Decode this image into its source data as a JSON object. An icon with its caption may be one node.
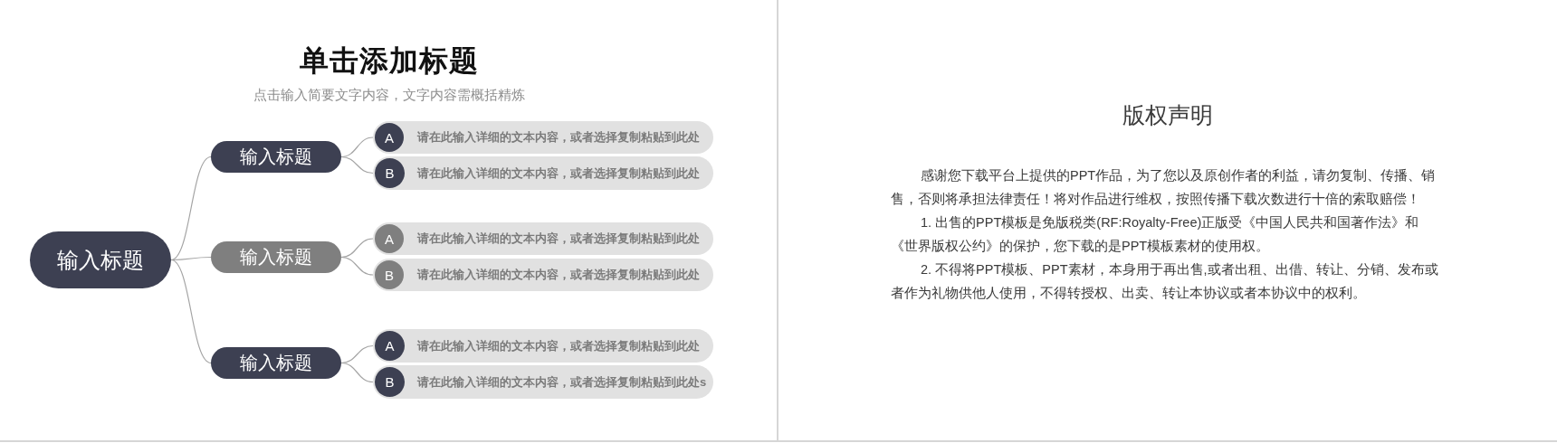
{
  "diagram": {
    "title": "单击添加标题",
    "nodes": [
      {
        "text": [
          "输入标题"
        ]
      },
      {
        "text": [
          "输入标题"
        ]
      },
      {
        "text": [
          "请在此输入详细的文本内容，或者选择复制粘贴到此处"
        ]
      },
      {
        "text": [
          "A"
        ],
        "in": 2
      },
      {
        "text": [
          "请在此输入详细的文本内容，或者选择复制粘贴到此处"
        ]
      },
      {
        "text": [
          "B"
        ],
        "in": 4
      },
      {
        "text": [
          "输入标题"
        ]
      },
      {
        "text": [
          "请在此输入详细的文本内容，或者选择复制粘贴到此处"
        ]
      },
      {
        "text": [
          "A"
        ],
        "in": 7
      },
      {
        "text": [
          "请在此输入详细的文本内容，或者选择复制粘贴到此处"
        ]
      },
      {
        "text": [
          "B"
        ],
        "in": 9
      },
      {
        "text": [
          "输入标题"
        ]
      },
      {
        "text": [
          "请在此输入详细的文本内容，或者选择复制粘贴到此处"
        ]
      },
      {
        "text": [
          "A"
        ],
        "in": 12
      },
      {
        "text": [
          "请在此输入详细的文本内容，或者选择复制粘贴到此处s"
        ]
      },
      {
        "text": [
          "B"
        ],
        "in": 14
      }
    ],
    "edges": [
      {
        "from": 0,
        "to": 1,
        "arrow": "none"
      },
      {
        "from": 0,
        "to": 6,
        "arrow": "none"
      },
      {
        "from": 0,
        "to": 11,
        "arrow": "none"
      },
      {
        "from": 1,
        "to": 2,
        "arrow": "none"
      },
      {
        "from": 1,
        "to": 4,
        "arrow": "none"
      },
      {
        "from": 6,
        "to": 7,
        "arrow": "none"
      },
      {
        "from": 6,
        "to": 9,
        "arrow": "none"
      },
      {
        "from": 11,
        "to": 12,
        "arrow": "none"
      },
      {
        "from": 11,
        "to": 14,
        "arrow": "none"
      }
    ],
    "labels": [
      "点击输入简要文字内容，文字内容需概括精炼",
      "版权声明",
      "感谢您下载平台上提供的PPT作品，为了您以及原创作者的利益，请勿复制、传播、销售，否则将承担法律责任！将对作品进行维权，按照传播下载次数进行十倍的索取赔偿！",
      "1. 出售的PPT模板是免版税类(RF:Royalty-Free)正版受《中国人民共和国著作法》和《世界版权公约》的保护，您下载的是PPT模板素材的使用权。",
      "2. 不得将PPT模板、PPT素材，本身用于再出售,或者出租、出借、转让、分销、发布或者作为礼物供他人使用，不得转授权、出卖、转让本协议或者本协议中的权利。"
    ]
  }
}
